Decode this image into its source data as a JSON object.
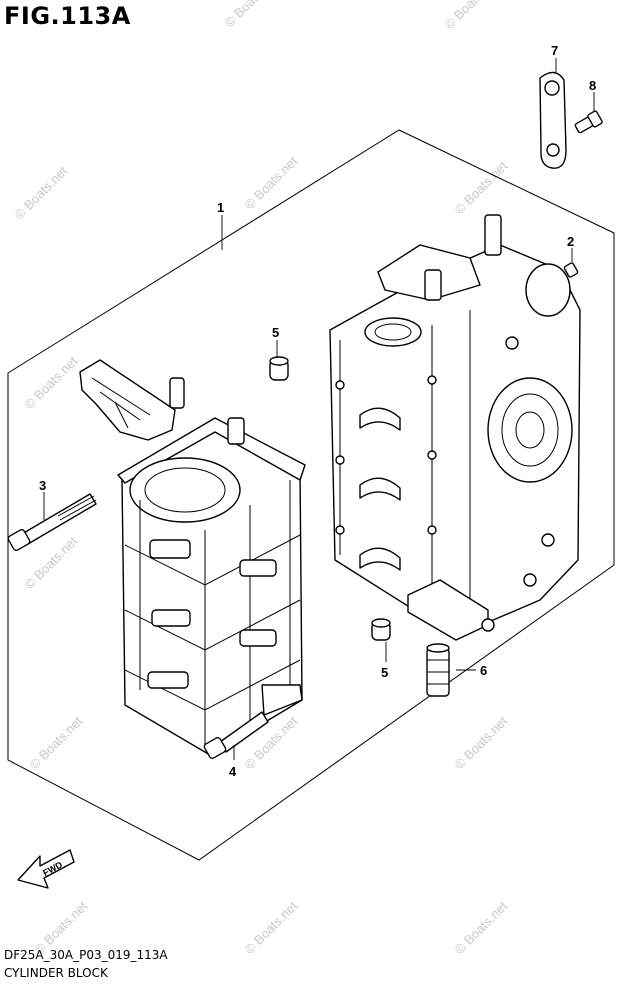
{
  "figure": {
    "title": "FIG.113A",
    "code": "DF25A_30A_P03_019_113A",
    "name": "CYLINDER BLOCK"
  },
  "callouts": [
    "1",
    "2",
    "3",
    "4",
    "5",
    "5",
    "6",
    "7",
    "8"
  ],
  "fwd_label": "FWD",
  "watermark": "© Boats.net"
}
